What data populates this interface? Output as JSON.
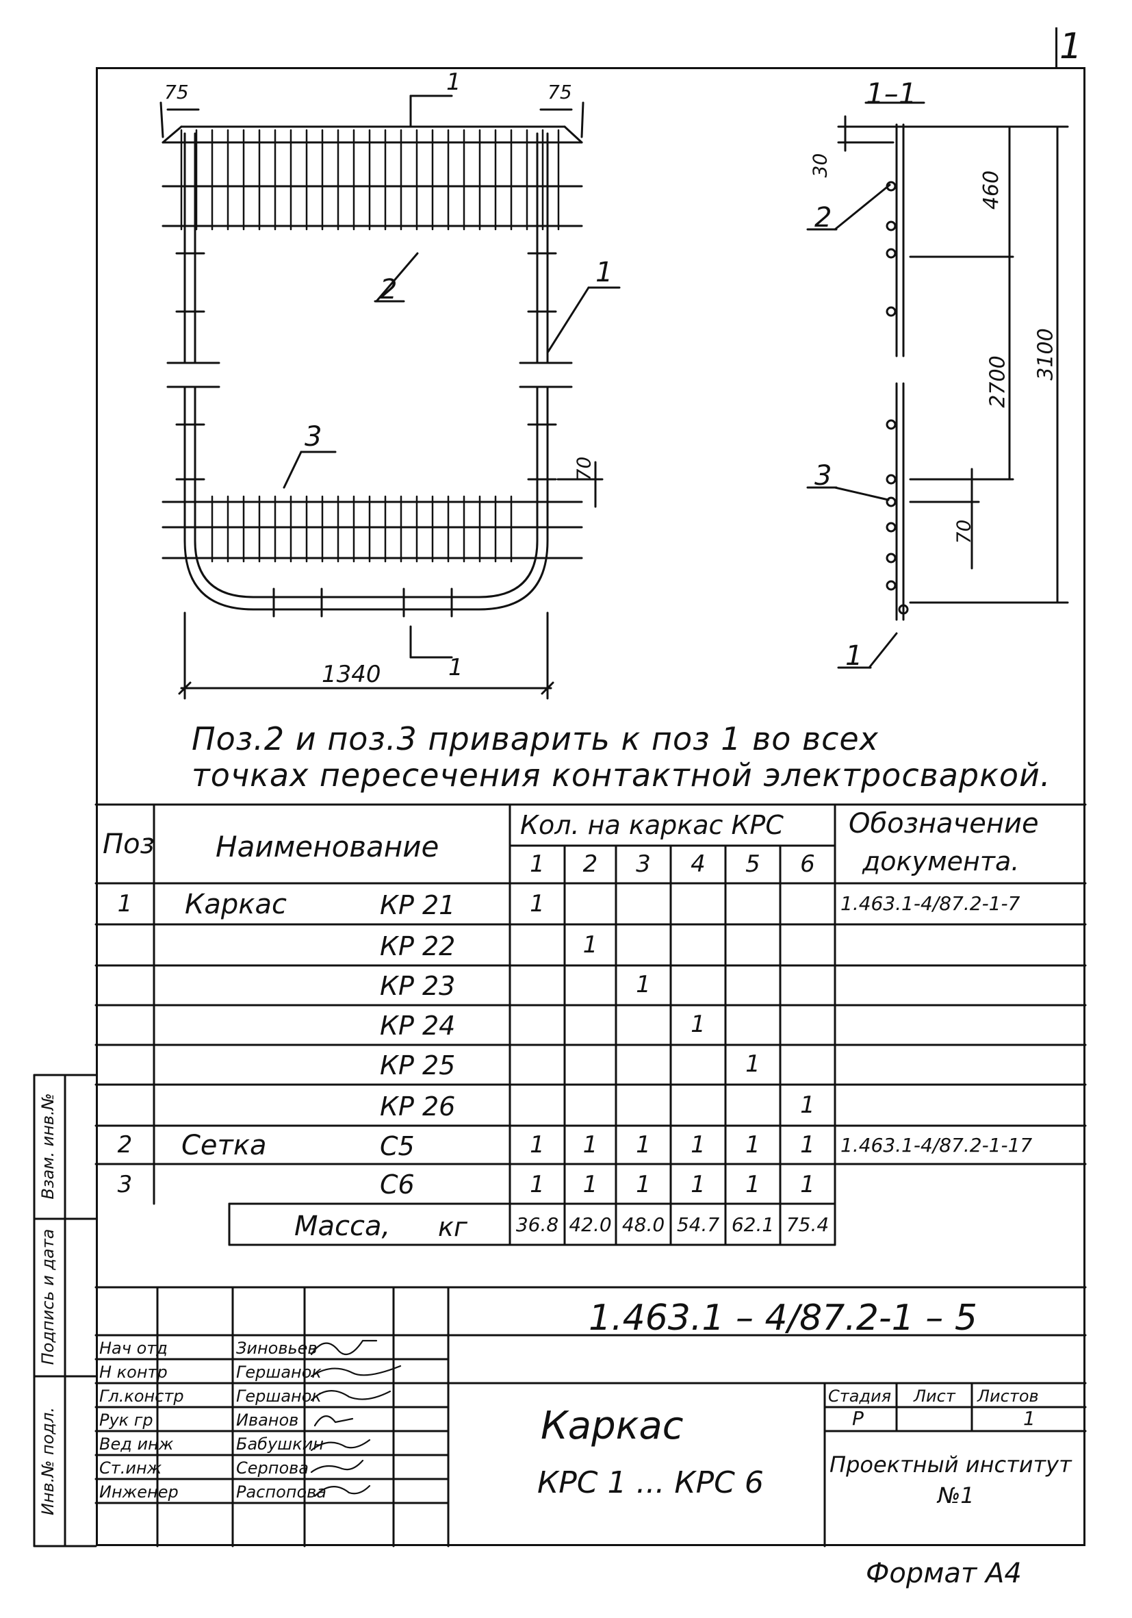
{
  "sheet_number": "1",
  "drawing": {
    "plan_section_label": "1",
    "section_title": "1–1",
    "dims": {
      "d75_left": "75",
      "d75_right": "75",
      "d1340": "1340",
      "d70_plan": "70",
      "d30": "30",
      "d460": "460",
      "d2700": "2700",
      "d3100": "3100",
      "d70_section": "70"
    },
    "callouts": [
      "1",
      "2",
      "3"
    ]
  },
  "note": {
    "line1": "Поз.2 и поз.3 приварить к поз 1 во всех",
    "line2": "точках пересечения контактной электросваркой."
  },
  "spec_table": {
    "headers": {
      "pos": "Поз",
      "name": "Наименование",
      "qty_group": "Кол. на каркас КРС",
      "designation_1": "Обозначение",
      "designation_2": "документа."
    },
    "qty_columns": [
      "1",
      "2",
      "3",
      "4",
      "5",
      "6"
    ],
    "rows": [
      {
        "pos": "1",
        "name": "Каркас",
        "code": "КР 21",
        "qty": [
          "1",
          "",
          "",
          "",
          "",
          ""
        ],
        "doc": "1.463.1-4/87.2-1-7"
      },
      {
        "pos": "",
        "name": "",
        "code": "КР 22",
        "qty": [
          "",
          "1",
          "",
          "",
          "",
          ""
        ],
        "doc": ""
      },
      {
        "pos": "",
        "name": "",
        "code": "КР 23",
        "qty": [
          "",
          "",
          "1",
          "",
          "",
          ""
        ],
        "doc": ""
      },
      {
        "pos": "",
        "name": "",
        "code": "КР 24",
        "qty": [
          "",
          "",
          "",
          "1",
          "",
          ""
        ],
        "doc": ""
      },
      {
        "pos": "",
        "name": "",
        "code": "КР 25",
        "qty": [
          "",
          "",
          "",
          "",
          "1",
          ""
        ],
        "doc": ""
      },
      {
        "pos": "",
        "name": "",
        "code": "КР 26",
        "qty": [
          "",
          "",
          "",
          "",
          "",
          "1"
        ],
        "doc": ""
      },
      {
        "pos": "2",
        "name": "Сетка",
        "code": "С5",
        "qty": [
          "1",
          "1",
          "1",
          "1",
          "1",
          "1"
        ],
        "doc": "1.463.1-4/87.2-1-17"
      },
      {
        "pos": "3",
        "name": "",
        "code": "С6",
        "qty": [
          "1",
          "1",
          "1",
          "1",
          "1",
          "1"
        ],
        "doc": ""
      }
    ],
    "mass_label": "Масса,",
    "mass_unit": "кг",
    "mass_values": [
      "36.8",
      "42.0",
      "48.0",
      "54.7",
      "62.1",
      "75.4"
    ]
  },
  "side_stamp": {
    "inv_podl": "Инв.№ подл.",
    "podpis_data": "Подпись и дата",
    "vzam": "Взам. инв.№"
  },
  "title_block": {
    "code": "1.463.1 – 4/87.2-1 – 5",
    "title": "Каркас",
    "subtitle": "КРС 1 ... КРС 6",
    "stage_label": "Стадия",
    "sheet_label": "Лист",
    "sheets_label": "Листов",
    "stage_value": "Р",
    "sheets_value": "1",
    "organization_1": "Проектный институт",
    "organization_2": "№1",
    "signatures": [
      {
        "role": "Нач отд",
        "name": "Зиновьев"
      },
      {
        "role": "Н контр",
        "name": "Гершанок"
      },
      {
        "role": "Гл.констр",
        "name": "Гершанок"
      },
      {
        "role": "Рук гр",
        "name": "Иванов"
      },
      {
        "role": "Вед инж",
        "name": "Бабушкин"
      },
      {
        "role": "Ст.инж",
        "name": "Серпова"
      },
      {
        "role": "Инженер",
        "name": "Распопова"
      }
    ]
  },
  "format": "Формат А4"
}
